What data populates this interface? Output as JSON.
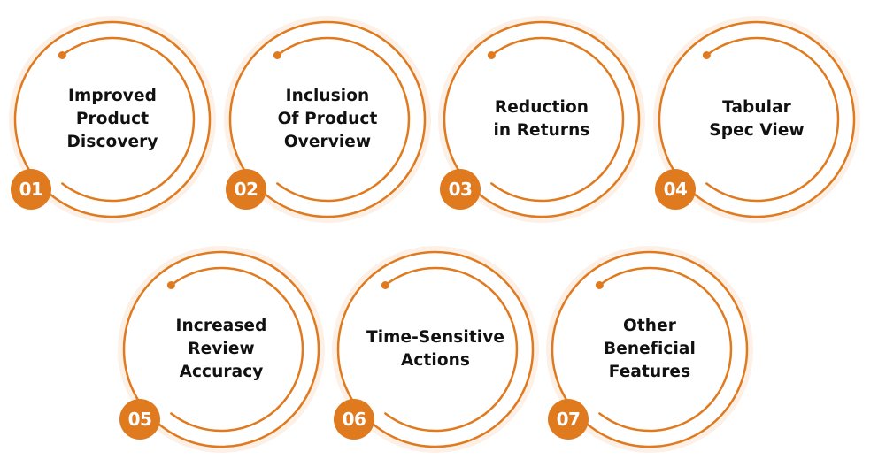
{
  "colors": {
    "accent": "#e07a1f",
    "halo": "#fdf1e7",
    "text": "#111111"
  },
  "items": [
    {
      "number": "01",
      "label": "Improved\nProduct\nDiscovery"
    },
    {
      "number": "02",
      "label": "Inclusion\nOf Product\nOverview"
    },
    {
      "number": "03",
      "label": "Reduction\nin Returns"
    },
    {
      "number": "04",
      "label": "Tabular\nSpec View"
    },
    {
      "number": "05",
      "label": "Increased\nReview\nAccuracy"
    },
    {
      "number": "06",
      "label": "Time-Sensitive\nActions"
    },
    {
      "number": "07",
      "label": "Other\nBeneficial\nFeatures"
    }
  ]
}
